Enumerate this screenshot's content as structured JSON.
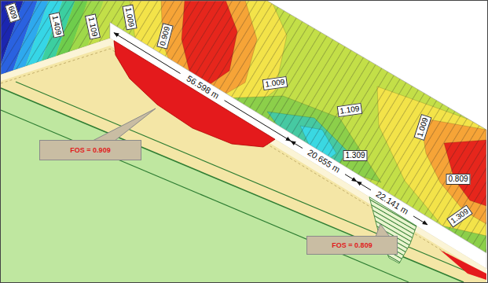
{
  "diagram": {
    "nodes": [
      {
        "text": [
          "FOS = 0.909"
        ]
      },
      {
        "text": [
          "FOS = 0.809"
        ]
      }
    ],
    "labels": [
      "609",
      "1.409",
      "1.109",
      "1.009",
      "0.909",
      "1.009",
      "1.109",
      "56.598 m",
      "1.009",
      "0.809",
      "20.655 m",
      "1.309",
      "22.141 m",
      "1.309"
    ]
  }
}
